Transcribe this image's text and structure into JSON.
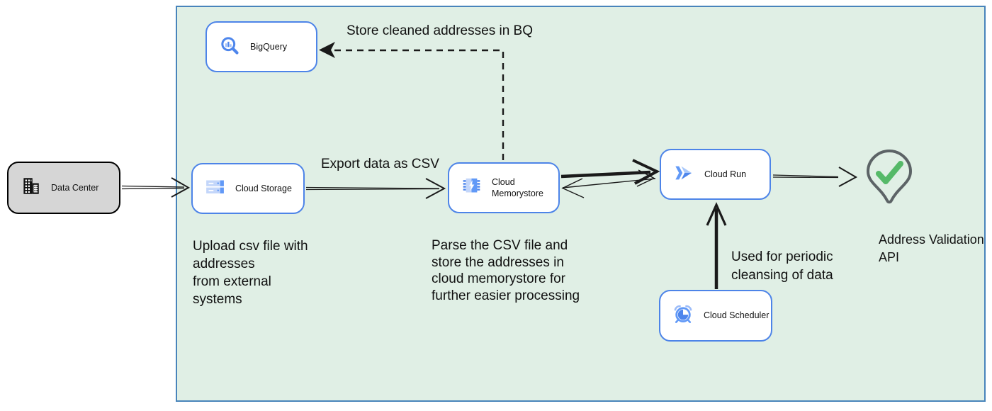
{
  "nodes": {
    "data_center": "Data Center",
    "bigquery": "BigQuery",
    "cloud_storage": "Cloud Storage",
    "cloud_memorystore": "Cloud Memorystore",
    "cloud_run": "Cloud Run",
    "cloud_scheduler": "Cloud Scheduler"
  },
  "labels": {
    "address_validation": "Address Validation\nAPI"
  },
  "annotations": {
    "store_bq": "Store cleaned addresses in BQ",
    "export_csv": "Export data as CSV",
    "upload_note": "Upload csv file with\naddresses\nfrom external\nsystems",
    "parse_note": "Parse the CSV file and\nstore the addresses in\ncloud  memorystore for\nfurther easier processing",
    "scheduler_note": "Used for periodic\ncleansing of data"
  },
  "icons": {
    "data_center": "building-icon",
    "bigquery": "bigquery-magnifier-chart-icon",
    "cloud_storage": "storage-bars-icon",
    "cloud_memorystore": "memory-chip-bolt-icon",
    "cloud_run": "cloud-run-chevrons-icon",
    "cloud_scheduler": "alarm-clock-icon",
    "address_validation": "map-pin-checkmark-icon"
  },
  "colors": {
    "boundary_fill": "#e0efe5",
    "boundary_border": "#4884bb",
    "node_border": "#4d84e8",
    "node_fill": "#ffffff",
    "data_center_fill": "#d6d6d6",
    "icon_blue": "#4e86ec",
    "icon_mid_blue": "#6199f7",
    "icon_light_blue": "#c3d6fa",
    "pin_outline": "#5c6366",
    "check_green": "#55b968",
    "arrow_black": "#1a1a1a"
  }
}
